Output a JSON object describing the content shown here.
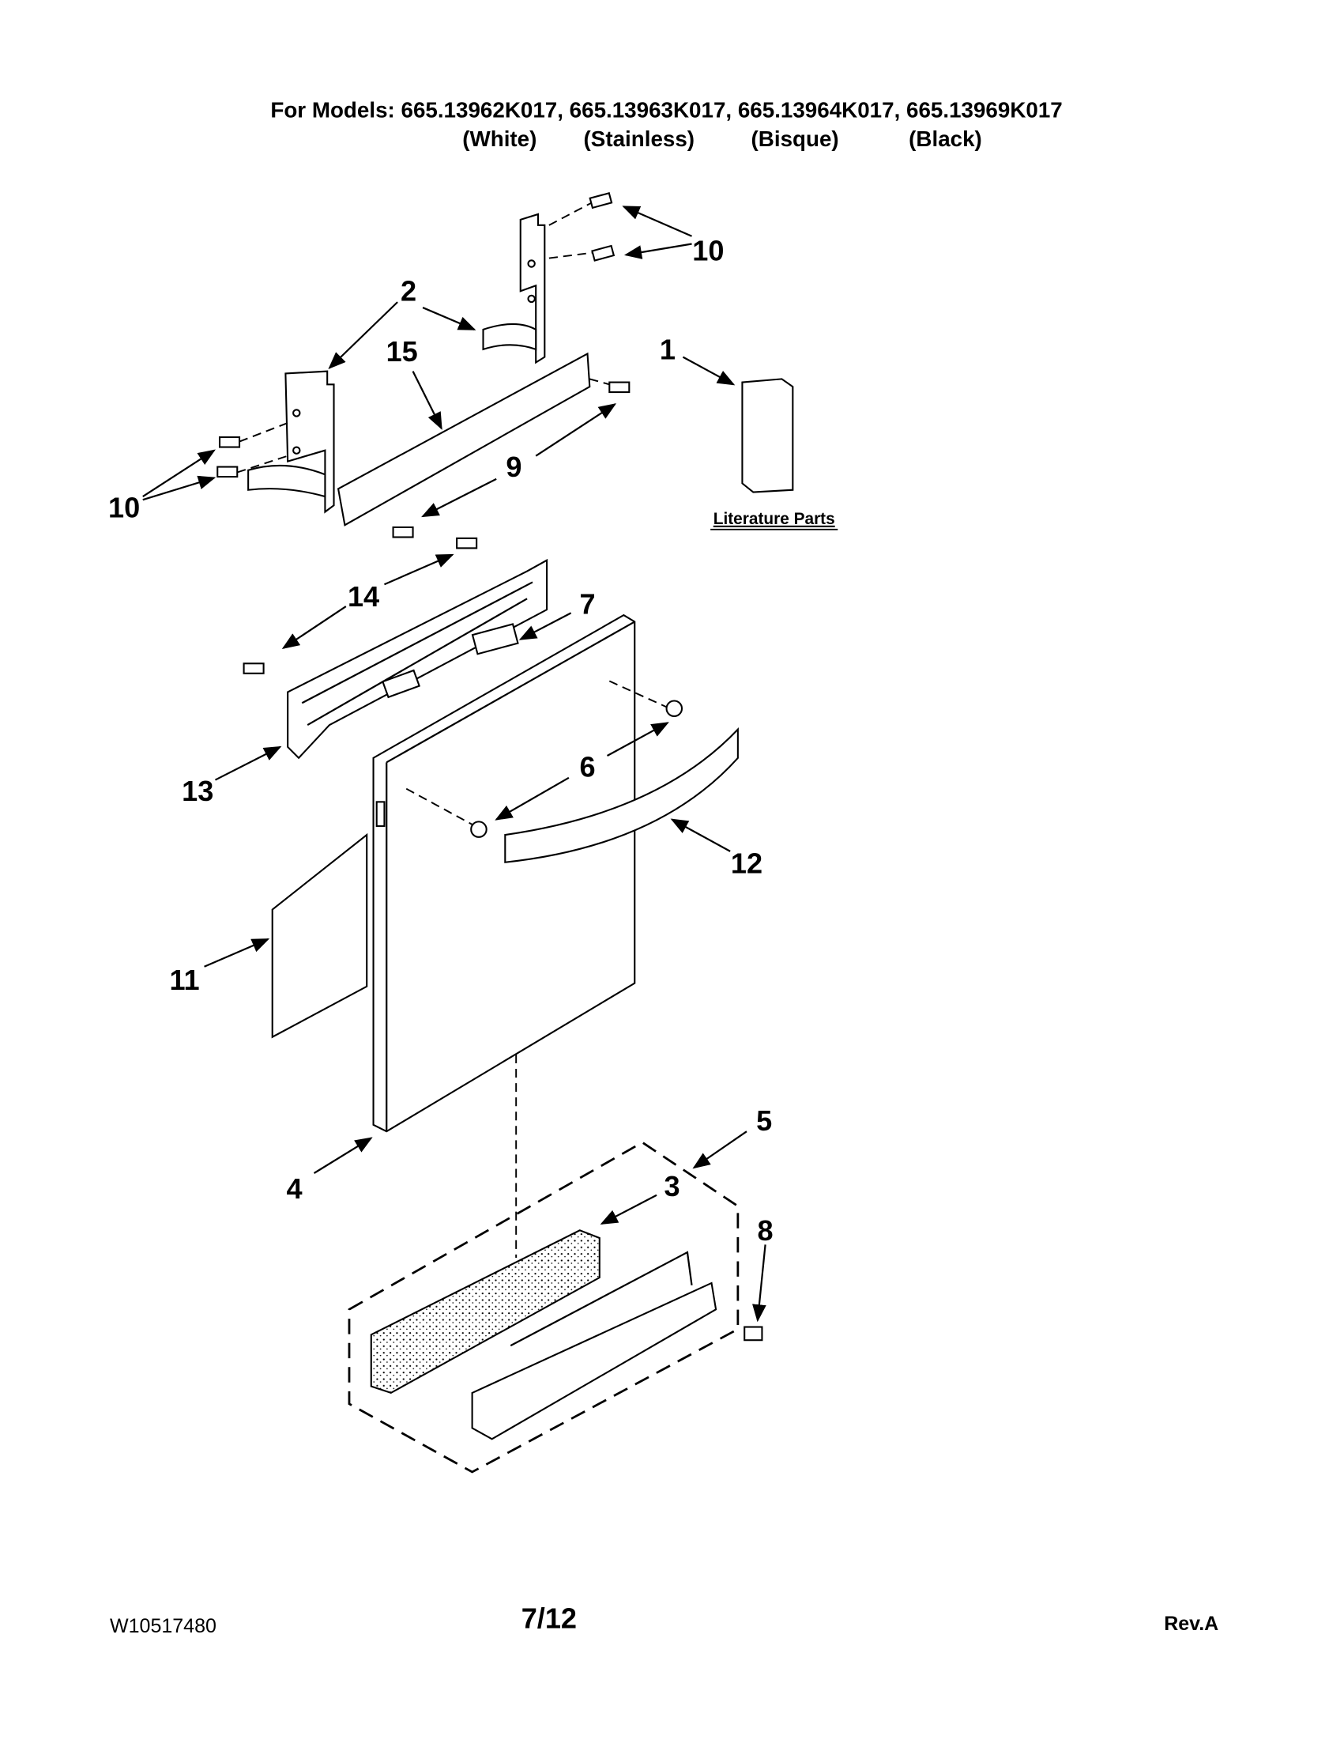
{
  "header": {
    "models_line": "For Models: 665.13962K017, 665.13963K017, 665.13964K017, 665.13969K017",
    "colors": [
      "(White)",
      "(Stainless)",
      "(Bisque)",
      "(Black)"
    ]
  },
  "callouts": {
    "c10a": "10",
    "c2": "2",
    "c15": "15",
    "c1": "1",
    "c10b": "10",
    "c9": "9",
    "c14": "14",
    "c7": "7",
    "c6": "6",
    "c13": "13",
    "c12": "12",
    "c11": "11",
    "c5": "5",
    "c4": "4",
    "c3": "3",
    "c8": "8"
  },
  "literature_label": "Literature Parts",
  "footer": {
    "doc_number": "W10517480",
    "page": "7/12",
    "revision": "Rev.A"
  }
}
